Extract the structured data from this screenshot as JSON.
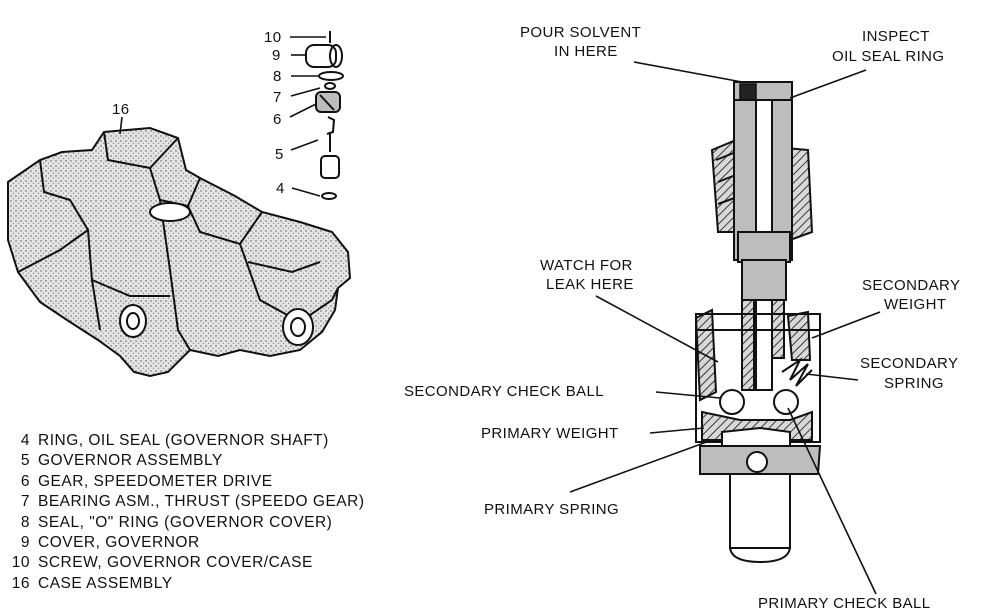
{
  "transmission": {
    "callouts": {
      "case": "16",
      "screw": "10",
      "cover": "9",
      "seal": "8",
      "bearing": "7",
      "gear": "6",
      "governor": "5",
      "ring": "4"
    }
  },
  "legend": [
    {
      "num": "4",
      "text": "RING, OIL SEAL (GOVERNOR SHAFT)"
    },
    {
      "num": "5",
      "text": "GOVERNOR ASSEMBLY"
    },
    {
      "num": "6",
      "text": "GEAR, SPEEDOMETER DRIVE"
    },
    {
      "num": "7",
      "text": "BEARING ASM., THRUST (SPEEDO GEAR)"
    },
    {
      "num": "8",
      "text": "SEAL, \"O\" RING (GOVERNOR COVER)"
    },
    {
      "num": "9",
      "text": "COVER, GOVERNOR"
    },
    {
      "num": "10",
      "text": "SCREW, GOVERNOR COVER/CASE"
    },
    {
      "num": "16",
      "text": "CASE ASSEMBLY"
    }
  ],
  "governor_labels": {
    "pour_line1": "POUR SOLVENT",
    "pour_line2": "IN HERE",
    "inspect_line1": "INSPECT",
    "inspect_line2": "OIL SEAL RING",
    "watch_line1": "WATCH FOR",
    "watch_line2": "LEAK HERE",
    "sec_weight_line1": "SECONDARY",
    "sec_weight_line2": "WEIGHT",
    "sec_spring_line1": "SECONDARY",
    "sec_spring_line2": "SPRING",
    "sec_check_ball": "SECONDARY CHECK BALL",
    "primary_weight": "PRIMARY WEIGHT",
    "primary_spring": "PRIMARY SPRING",
    "primary_check_ball": "PRIMARY CHECK BALL"
  }
}
